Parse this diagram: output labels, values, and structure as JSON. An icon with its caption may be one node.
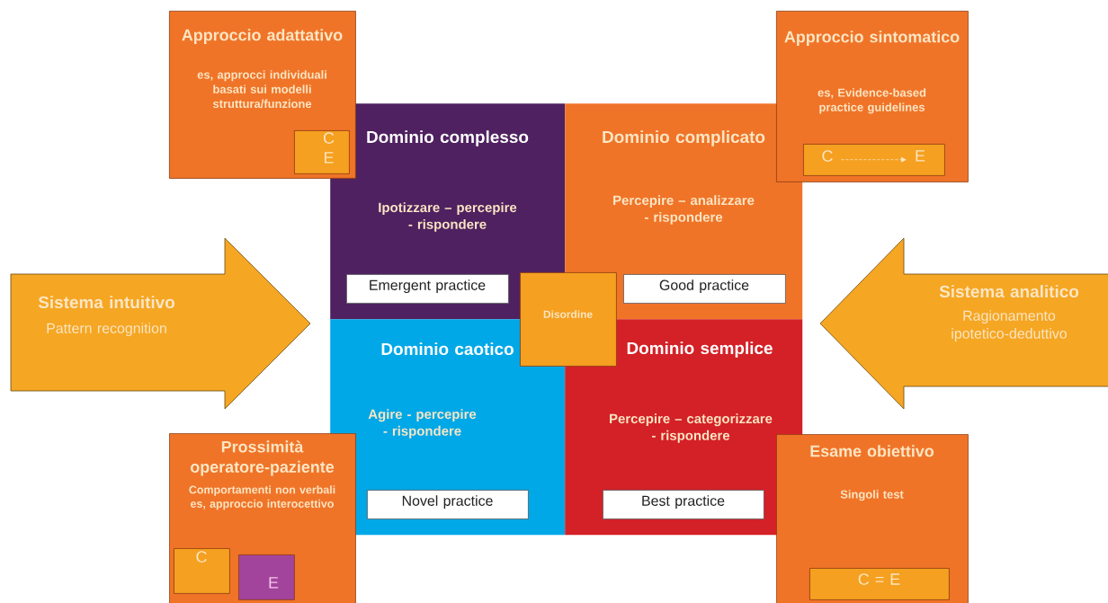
{
  "diagram": {
    "nodes": [
      {
        "text": [
          "Approccio adattativo",
          "es, approcci individuali basati sui modelli struttura/funzione"
        ]
      },
      {
        "text": [
          "C",
          "E"
        ],
        "in": 0
      },
      {
        "text": [
          "Approccio sintomatico",
          "es, Evidence-based practice guidelines"
        ]
      },
      {
        "text": [],
        "shape": "box",
        "in": 2
      },
      {
        "text": [
          "C"
        ],
        "in": 3
      },
      {
        "text": [
          "E"
        ],
        "in": 3
      },
      {
        "text": [
          "Dominio complesso",
          "Ipotizzare – percepire - rispondere"
        ]
      },
      {
        "text": [
          "Emergent practice"
        ],
        "in": 6
      },
      {
        "text": [
          "Dominio complicato",
          "Percepire – analizzare - rispondere"
        ]
      },
      {
        "text": [
          "Good practice"
        ],
        "in": 8
      },
      {
        "text": [
          "Disordine"
        ]
      },
      {
        "text": [
          "Sistema intuitivo",
          "Pattern recognition"
        ]
      },
      {
        "text": [
          "Sistema analitico",
          "Ragionamento ipotetico-deduttivo"
        ]
      },
      {
        "text": [
          "Dominio caotico",
          "Agire - percepire - rispondere"
        ]
      },
      {
        "text": [
          "Novel practice"
        ],
        "in": 13
      },
      {
        "text": [
          "Dominio semplice",
          "Percepire – categorizzare - rispondere"
        ]
      },
      {
        "text": [
          "Best practice"
        ],
        "in": 15
      },
      {
        "text": [
          "Prossimità operatore-paziente",
          "Comportamenti non verbali es, approccio interocettivo"
        ]
      },
      {
        "text": [
          "C"
        ],
        "in": 17
      },
      {
        "text": [
          "E"
        ],
        "in": 17
      },
      {
        "text": [
          "Esame obiettivo",
          "Singoli test"
        ]
      },
      {
        "text": [
          "C = E"
        ],
        "in": 20
      }
    ],
    "edges": [
      {
        "from": 4,
        "to": 5,
        "arrow": "to",
        "style": "dashed"
      }
    ]
  }
}
